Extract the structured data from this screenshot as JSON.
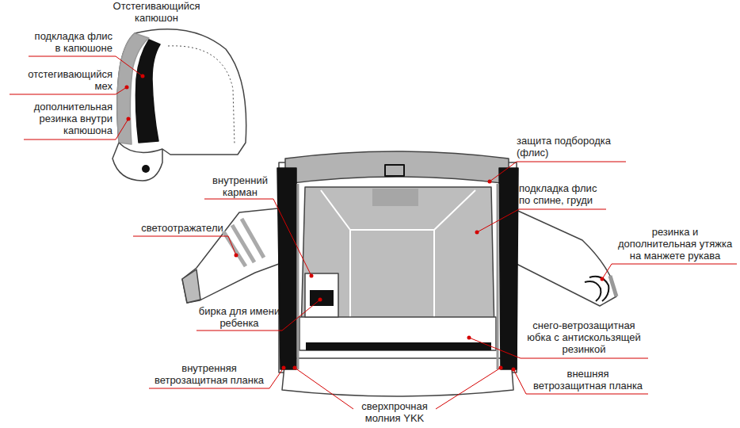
{
  "diagram": {
    "labels": [
      "Отстегивающийся капюшон",
      "подкладка флис в капюшоне",
      "отстегивающийся мех",
      "дополнительная резинка внутри капюшона",
      "защита подбородка (флис)",
      "внутренний карман",
      "подкладка флис по спине, груди",
      "светоотражатели",
      "резинка и дополнительная утяжка на манжете рукава",
      "бирка для имени ребенка",
      "снего-ветрозащитная юбка с антискользящей резинкой",
      "внутренняя ветрозащитная планка",
      "внешняя ветрозащитная планка",
      "сверхпрочная молния YKK"
    ]
  }
}
